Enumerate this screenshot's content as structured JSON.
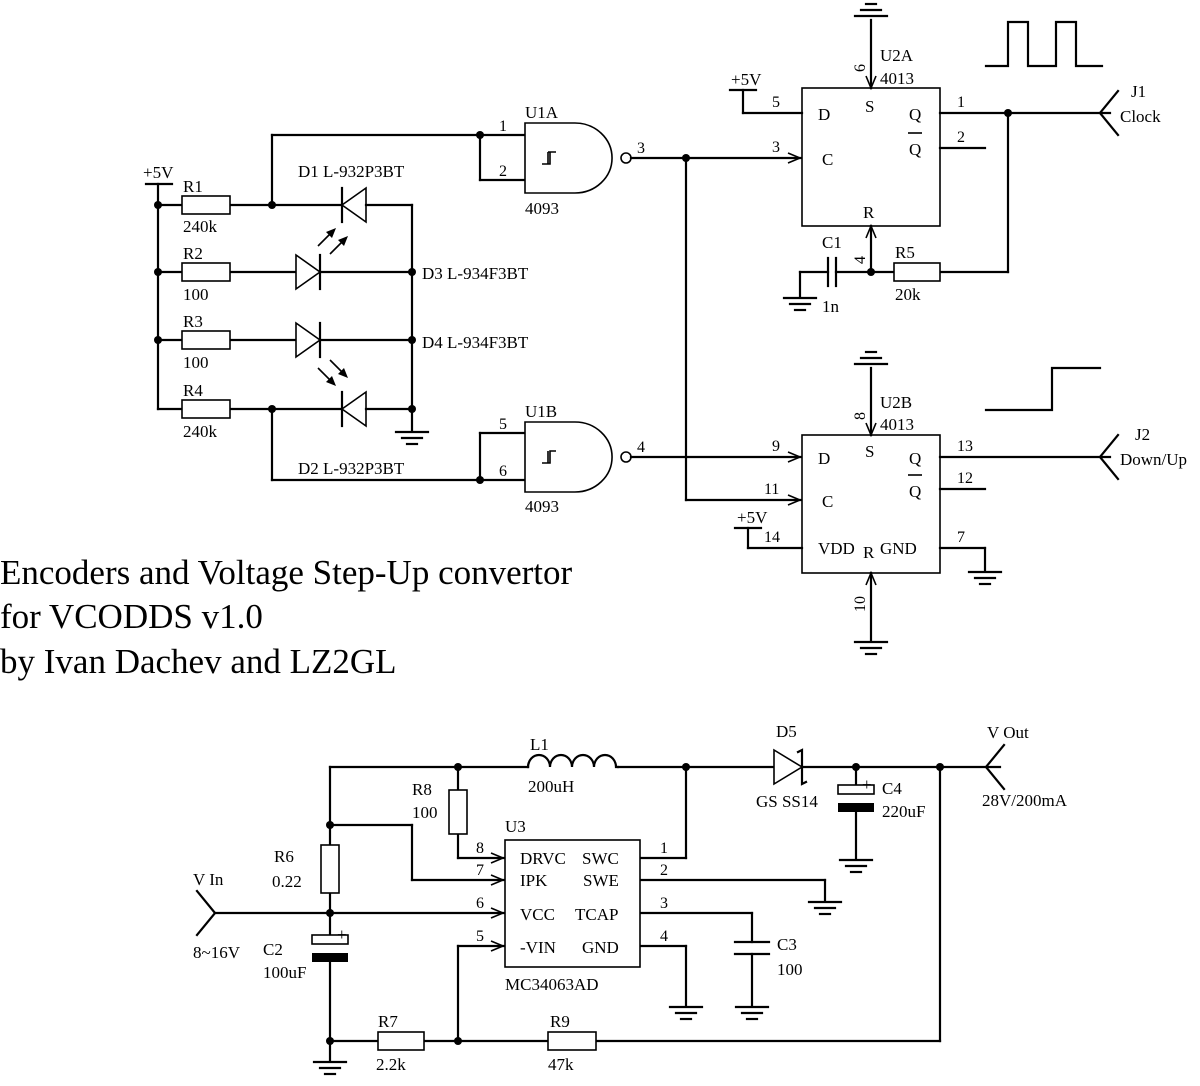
{
  "title": {
    "line1": "Encoders and Voltage Step-Up convertor",
    "line2": "for VCODDS v1.0",
    "line3": "by Ivan Dachev and LZ2GL"
  },
  "supply": {
    "plus5v": "+5V"
  },
  "resistors": {
    "r1": {
      "ref": "R1",
      "value": "240k"
    },
    "r2": {
      "ref": "R2",
      "value": "100"
    },
    "r3": {
      "ref": "R3",
      "value": "100"
    },
    "r4": {
      "ref": "R4",
      "value": "240k"
    },
    "r5": {
      "ref": "R5",
      "value": "20k"
    },
    "r6": {
      "ref": "R6",
      "value": "0.22"
    },
    "r7": {
      "ref": "R7",
      "value": "2.2k"
    },
    "r8": {
      "ref": "R8",
      "value": "100"
    },
    "r9": {
      "ref": "R9",
      "value": "47k"
    }
  },
  "diodes": {
    "d1": "D1  L-932P3BT",
    "d2": "D2  L-932P3BT",
    "d3": "D3  L-934F3BT",
    "d4": "D4  L-934F3BT",
    "d5_ref": "D5",
    "d5_value": "GS SS14"
  },
  "gates": {
    "u1a": {
      "ref": "U1A",
      "part": "4093",
      "in1": "1",
      "in2": "2",
      "out": "3"
    },
    "u1b": {
      "ref": "U1B",
      "part": "4093",
      "in1": "5",
      "in2": "6",
      "out": "4"
    }
  },
  "flipflops": {
    "u2a": {
      "ref": "U2A",
      "part": "4013",
      "D": "D",
      "C": "C",
      "S": "S",
      "R": "R",
      "Q": "Q",
      "Qn": "Q",
      "pin_d": "5",
      "pin_c": "3",
      "pin_s": "6",
      "pin_r": "4",
      "pin_q": "1",
      "pin_qn": "2"
    },
    "u2b": {
      "ref": "U2B",
      "part": "4013",
      "D": "D",
      "C": "C",
      "S": "S",
      "R": "R",
      "Q": "Q",
      "Qn": "Q",
      "vdd": "VDD",
      "gnd": "GND",
      "pin_d": "9",
      "pin_c": "11",
      "pin_s": "8",
      "pin_r": "10",
      "pin_q": "13",
      "pin_qn": "12",
      "pin_vdd": "14",
      "pin_gnd": "7"
    }
  },
  "capacitors": {
    "c1": {
      "ref": "C1",
      "value": "1n"
    },
    "c2": {
      "ref": "C2",
      "value": "100uF"
    },
    "c3": {
      "ref": "C3",
      "value": "100"
    },
    "c4": {
      "ref": "C4",
      "value": "220uF"
    }
  },
  "connectors": {
    "j1": {
      "ref": "J1",
      "name": "Clock"
    },
    "j2": {
      "ref": "J2",
      "name": "Down/Up"
    },
    "vin": {
      "name": "V In",
      "value": "8~16V"
    },
    "vout": {
      "name": "V Out",
      "value": "28V/200mA"
    }
  },
  "inductor": {
    "ref": "L1",
    "value": "200uH"
  },
  "u3": {
    "ref": "U3",
    "part": "MC34063AD",
    "pins": {
      "drvc": "DRVC",
      "ipk": "IPK",
      "vcc": "VCC",
      "vin": "-VIN",
      "swc": "SWC",
      "swe": "SWE",
      "tcap": "TCAP",
      "gnd": "GND"
    },
    "pin_numbers": {
      "drvc": "8",
      "ipk": "7",
      "vcc": "6",
      "vin": "5",
      "swc": "1",
      "swe": "2",
      "tcap": "3",
      "gnd": "4"
    }
  },
  "polarity": "+"
}
